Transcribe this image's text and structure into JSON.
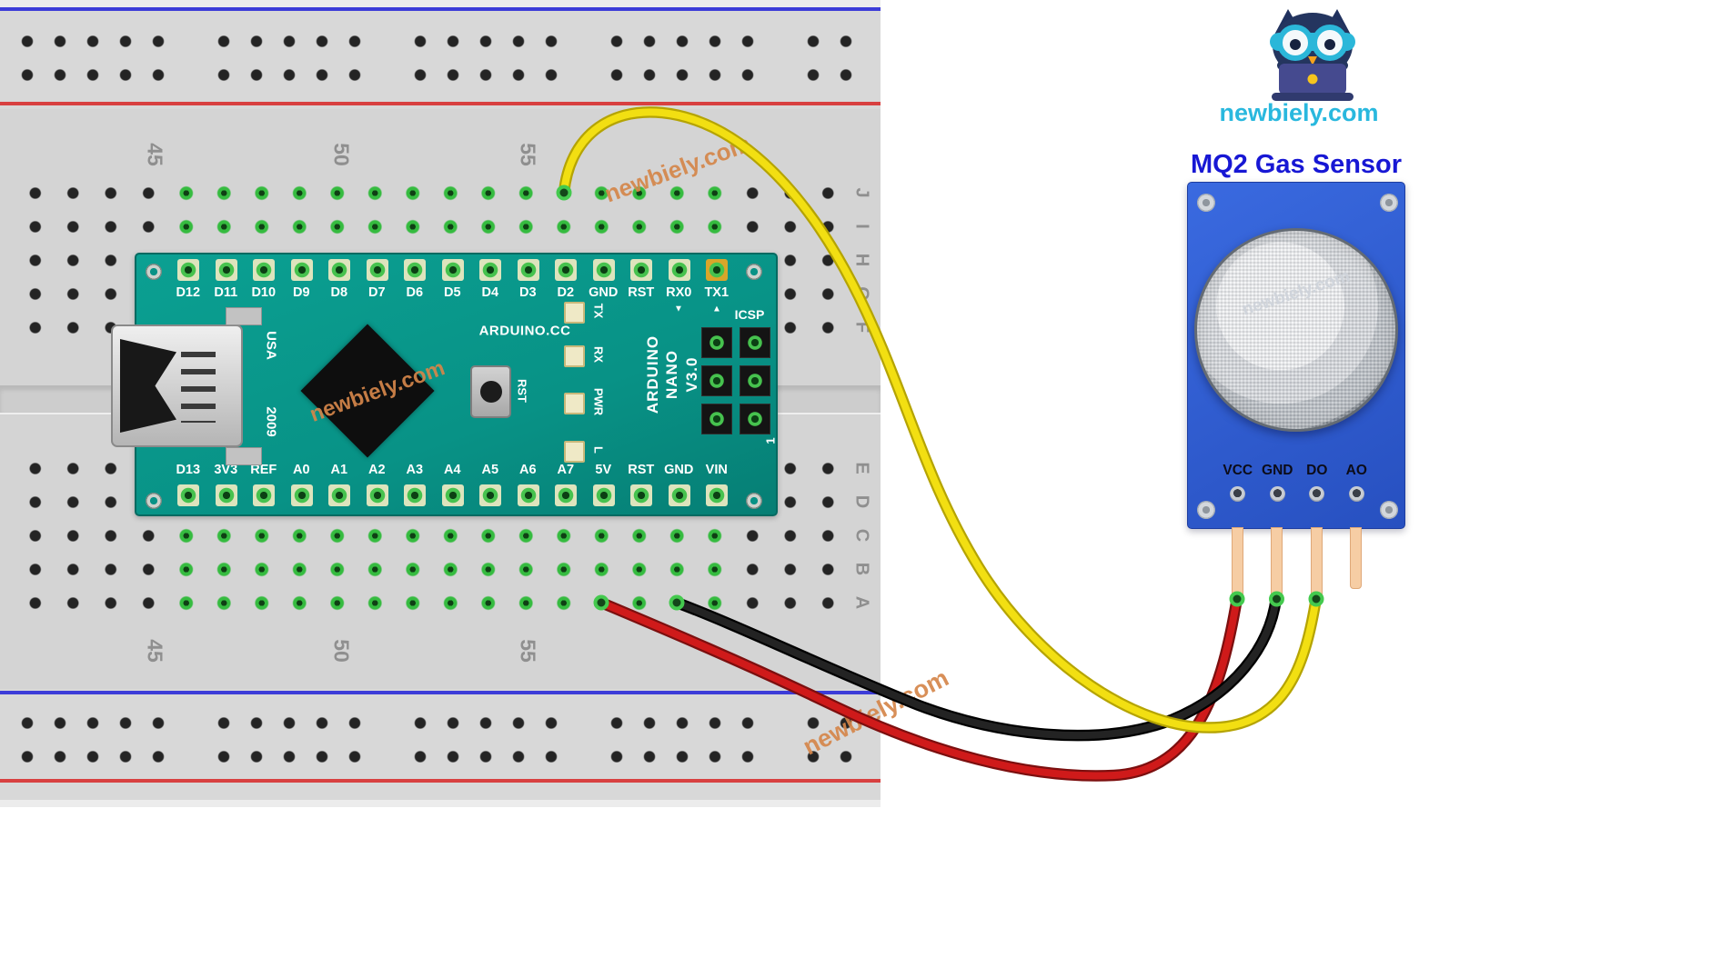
{
  "watermark": "newbiely.com",
  "logo": {
    "text": "newbiely.com"
  },
  "sensor": {
    "title": "MQ2 Gas Sensor",
    "pins": [
      "VCC",
      "GND",
      "DO",
      "AO"
    ]
  },
  "arduino": {
    "top_pins": [
      "D12",
      "D11",
      "D10",
      "D9",
      "D8",
      "D7",
      "D6",
      "D5",
      "D4",
      "D3",
      "D2",
      "GND",
      "RST",
      "RX0",
      "TX1"
    ],
    "bottom_pins": [
      "D13",
      "3V3",
      "REF",
      "A0",
      "A1",
      "A2",
      "A3",
      "A4",
      "A5",
      "A6",
      "A7",
      "5V",
      "RST",
      "GND",
      "VIN"
    ],
    "labels": {
      "brand": "ARDUINO.CC",
      "model_line1": "ARDUINO",
      "model_line2": "NANO",
      "model_line3": "V3.0",
      "usa": "USA",
      "year": "2009",
      "reset_button": "RST",
      "icsp": "ICSP",
      "icsp_pin1": "1",
      "led_tx": "TX",
      "led_rx": "RX",
      "led_pwr": "PWR",
      "led_l": "L",
      "rx_marker": "▼",
      "tx_marker": "▲"
    }
  },
  "breadboard": {
    "column_numbers": [
      "45",
      "50",
      "55"
    ],
    "row_letters": [
      "J",
      "I",
      "H",
      "G",
      "F",
      "E",
      "D",
      "C",
      "B",
      "A"
    ]
  },
  "wires": [
    {
      "name": "signal-wire-yellow",
      "color": "#f2df12"
    },
    {
      "name": "power-wire-red",
      "color": "#cf1a1a"
    },
    {
      "name": "ground-wire-black",
      "color": "#232323"
    }
  ]
}
